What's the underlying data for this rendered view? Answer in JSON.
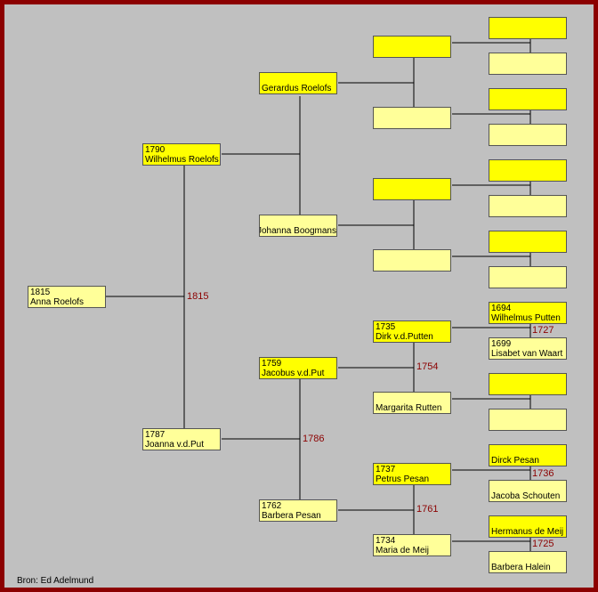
{
  "source": "Bron: Ed Adelmund",
  "persons": {
    "anna": {
      "year": "1815",
      "name": "Anna Roelofs"
    },
    "wilhelmus": {
      "year": "1790",
      "name": "Wilhelmus Roelofs"
    },
    "joanna": {
      "year": "1787",
      "name": "Joanna v.d.Put"
    },
    "gerardus": {
      "year": "",
      "name": "Gerardus Roelofs"
    },
    "johanna": {
      "year": "",
      "name": "Johanna Boogmans"
    },
    "jacobus": {
      "year": "1759",
      "name": "Jacobus v.d.Put"
    },
    "barbera_p": {
      "year": "1762",
      "name": "Barbera Pesan"
    },
    "dirk": {
      "year": "1735",
      "name": "Dirk v.d.Putten"
    },
    "margarita": {
      "year": "",
      "name": "Margarita Rutten"
    },
    "petrus": {
      "year": "1737",
      "name": "Petrus Pesan"
    },
    "maria": {
      "year": "1734",
      "name": "Maria de Meij"
    },
    "wilhelmus_p": {
      "year": "1694",
      "name": "Wilhelmus Putten"
    },
    "lisabet": {
      "year": "1699",
      "name": "Lisabet van Waart"
    },
    "dirck": {
      "year": "",
      "name": "Dirck Pesan"
    },
    "jacoba": {
      "year": "",
      "name": "Jacoba Schouten"
    },
    "hermanus": {
      "year": "",
      "name": "Hermanus de Meij"
    },
    "barbera_h": {
      "year": "",
      "name": "Barbera Halein"
    }
  },
  "marriages": {
    "m1815": "1815",
    "m1786": "1786",
    "m1754": "1754",
    "m1761": "1761",
    "m1727": "1727",
    "m1736": "1736",
    "m1725": "1725"
  }
}
